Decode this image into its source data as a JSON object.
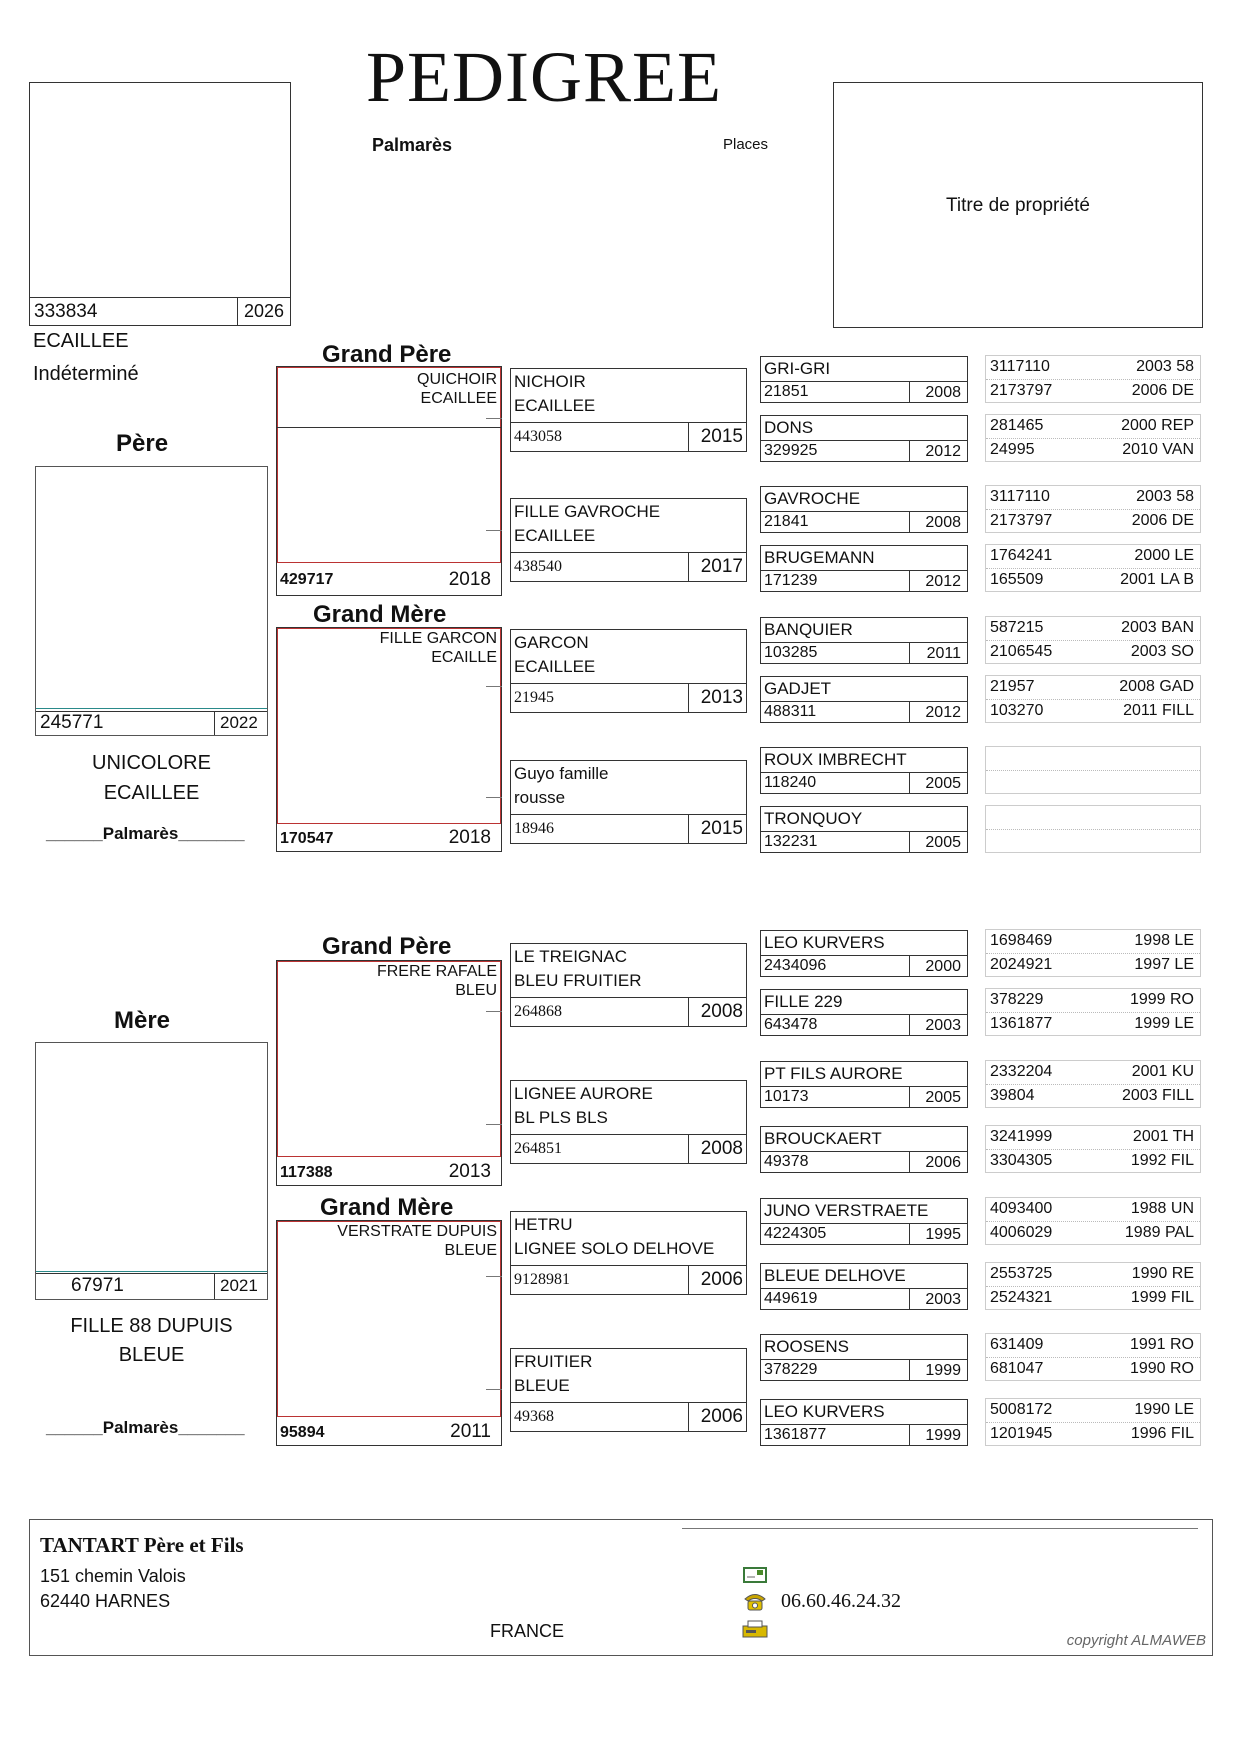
{
  "page": {
    "title": "PEDIGREE",
    "palmares_label": "Palmarès",
    "places_label": "Places",
    "titre_label": "Titre de propriété"
  },
  "subject": {
    "ring": "333834",
    "year": "2026",
    "color": "ECAILLEE",
    "sex": "Indéterminé"
  },
  "sire": {
    "header": "Père",
    "ring": "245771",
    "year": "2022",
    "line1": "UNICOLORE",
    "line2": "ECAILLEE",
    "palmares": "______Palmarès_______"
  },
  "dam": {
    "header": "Mère",
    "ring": "67971",
    "year": "2021",
    "line1": "FILLE 88 DUPUIS",
    "line2": "BLEUE",
    "palmares": "______Palmarès_______"
  },
  "gp1": {
    "header": "Grand Père",
    "name": "QUICHOIR",
    "color": "ECAILLEE",
    "ring": "429717",
    "year": "2018"
  },
  "gm1": {
    "header": "Grand Mère",
    "name": "FILLE GARCON",
    "color": "ECAILLE",
    "ring": "170547",
    "year": "2018"
  },
  "gp2": {
    "header": "Grand Père",
    "name": "FRERE RAFALE",
    "color": "BLEU",
    "ring": "117388",
    "year": "2013"
  },
  "gm2": {
    "header": "Grand Mère",
    "name": "VERSTRATE DUPUIS",
    "color": "BLEUE",
    "ring": "95894",
    "year": "2011"
  },
  "g3": [
    {
      "l1": "NICHOIR",
      "l2": "ECAILLEE",
      "ring": "443058",
      "year": "2015"
    },
    {
      "l1": "FILLE GAVROCHE",
      "l2": "ECAILLEE",
      "ring": "438540",
      "year": "2017"
    },
    {
      "l1": "GARCON",
      "l2": "ECAILLEE",
      "ring": "21945",
      "year": "2013"
    },
    {
      "l1": "Guyo famille",
      "l2": "rousse",
      "ring": "18946",
      "year": "2015"
    },
    {
      "l1": "LE TREIGNAC",
      "l2": "BLEU FRUITIER",
      "ring": "264868",
      "year": "2008"
    },
    {
      "l1": "LIGNEE AURORE",
      "l2": "BL PLS BLS",
      "ring": "264851",
      "year": "2008"
    },
    {
      "l1": "HETRU",
      "l2": "LIGNEE SOLO DELHOVE",
      "ring": "9128981",
      "year": "2006"
    },
    {
      "l1": "FRUITIER",
      "l2": "BLEUE",
      "ring": "49368",
      "year": "2006"
    }
  ],
  "g4": [
    {
      "name": "GRI-GRI",
      "ring": "21851",
      "year": "2008"
    },
    {
      "name": "DONS",
      "ring": "329925",
      "year": "2012"
    },
    {
      "name": "GAVROCHE",
      "ring": "21841",
      "year": "2008"
    },
    {
      "name": "BRUGEMANN",
      "ring": "171239",
      "year": "2012"
    },
    {
      "name": "BANQUIER",
      "ring": "103285",
      "year": "2011"
    },
    {
      "name": "GADJET",
      "ring": "488311",
      "year": "2012"
    },
    {
      "name": "ROUX IMBRECHT",
      "ring": "118240",
      "year": "2005"
    },
    {
      "name": "TRONQUOY",
      "ring": "132231",
      "year": "2005"
    },
    {
      "name": "LEO KURVERS",
      "ring": "2434096",
      "year": "2000"
    },
    {
      "name": "FILLE 229",
      "ring": "643478",
      "year": "2003"
    },
    {
      "name": "PT FILS AURORE",
      "ring": "10173",
      "year": "2005"
    },
    {
      "name": "BROUCKAERT",
      "ring": "49378",
      "year": "2006"
    },
    {
      "name": "JUNO VERSTRAETE",
      "ring": "4224305",
      "year": "1995"
    },
    {
      "name": "BLEUE DELHOVE",
      "ring": "449619",
      "year": "2003"
    },
    {
      "name": "ROOSENS",
      "ring": "378229",
      "year": "1999"
    },
    {
      "name": "LEO KURVERS",
      "ring": "1361877",
      "year": "1999"
    }
  ],
  "g5": [
    {
      "a1": "3117110",
      "b1": "2003 58",
      "a2": "2173797",
      "b2": "2006 DE"
    },
    {
      "a1": "281465",
      "b1": "2000 REP",
      "a2": "24995",
      "b2": "2010 VAN"
    },
    {
      "a1": "3117110",
      "b1": "2003 58",
      "a2": "2173797",
      "b2": "2006 DE"
    },
    {
      "a1": "1764241",
      "b1": "2000 LE",
      "a2": "165509",
      "b2": "2001 LA B"
    },
    {
      "a1": "587215",
      "b1": "2003 BAN",
      "a2": "2106545",
      "b2": "2003 SO"
    },
    {
      "a1": "21957",
      "b1": "2008 GAD",
      "a2": "103270",
      "b2": "2011 FILL"
    },
    {
      "a1": "",
      "b1": "",
      "a2": "",
      "b2": ""
    },
    {
      "a1": "",
      "b1": "",
      "a2": "",
      "b2": ""
    },
    {
      "a1": "1698469",
      "b1": "1998 LE",
      "a2": "2024921",
      "b2": "1997 LE"
    },
    {
      "a1": "378229",
      "b1": "1999 RO",
      "a2": "1361877",
      "b2": "1999 LE"
    },
    {
      "a1": "2332204",
      "b1": "2001 KU",
      "a2": "39804",
      "b2": "2003 FILL"
    },
    {
      "a1": "3241999",
      "b1": "2001 TH",
      "a2": "3304305",
      "b2": "1992 FIL"
    },
    {
      "a1": "4093400",
      "b1": "1988 UN",
      "a2": "4006029",
      "b2": "1989 PAL"
    },
    {
      "a1": "2553725",
      "b1": "1990 RE",
      "a2": "2524321",
      "b2": "1999 FIL"
    },
    {
      "a1": "631409",
      "b1": "1991 RO",
      "a2": "681047",
      "b2": "1990 RO"
    },
    {
      "a1": "5008172",
      "b1": "1990 LE",
      "a2": "1201945",
      "b2": "1996 FIL"
    }
  ],
  "footer": {
    "owner": "TANTART Père et Fils",
    "address": "151 chemin Valois",
    "city": "62440 HARNES",
    "country": "FRANCE",
    "phone": "06.60.46.24.32",
    "copyright": "copyright ALMAWEB",
    "icons": [
      "envelope-icon",
      "telephone-icon",
      "fax-icon"
    ]
  }
}
